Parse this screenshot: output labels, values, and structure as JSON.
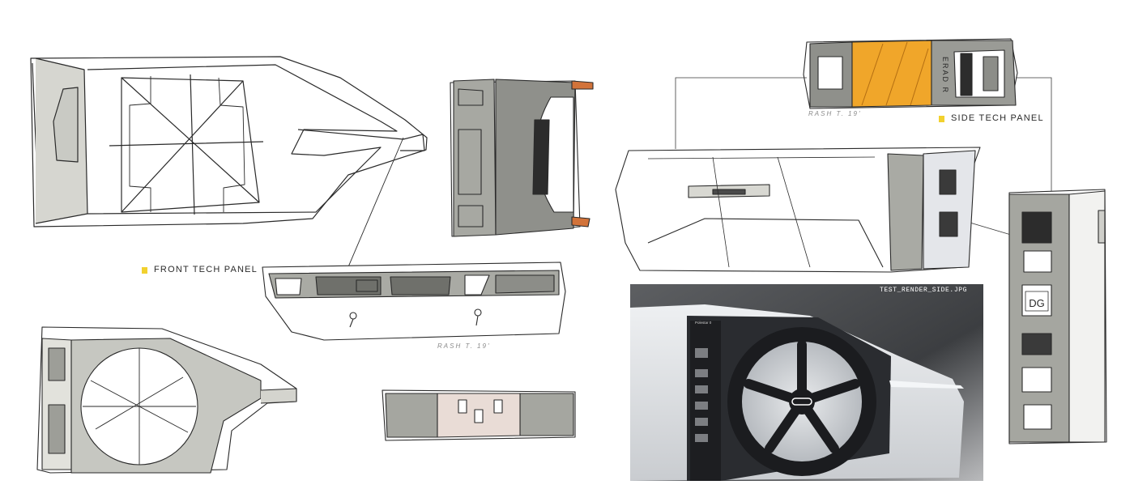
{
  "labels": {
    "front_tech_panel": "FRONT TECH PANEL",
    "side_tech_panel": "SIDE TECH PANEL"
  },
  "signatures": {
    "sig_top_right": "RASH T. 19'",
    "sig_mid": "RASH T. 19'",
    "top_part_text": "ERAD R",
    "chip_text": "DG"
  },
  "render": {
    "title": "TEST_RENDER_SIDE.JPG",
    "panel_text": "Polestar 0"
  },
  "colors": {
    "accent_yellow": "#f2d12e",
    "marker_grey": "#9b9c97",
    "marker_orange": "#f0a62a",
    "ink": "#2a2a2a",
    "render_bg": "#4a4c4f"
  }
}
